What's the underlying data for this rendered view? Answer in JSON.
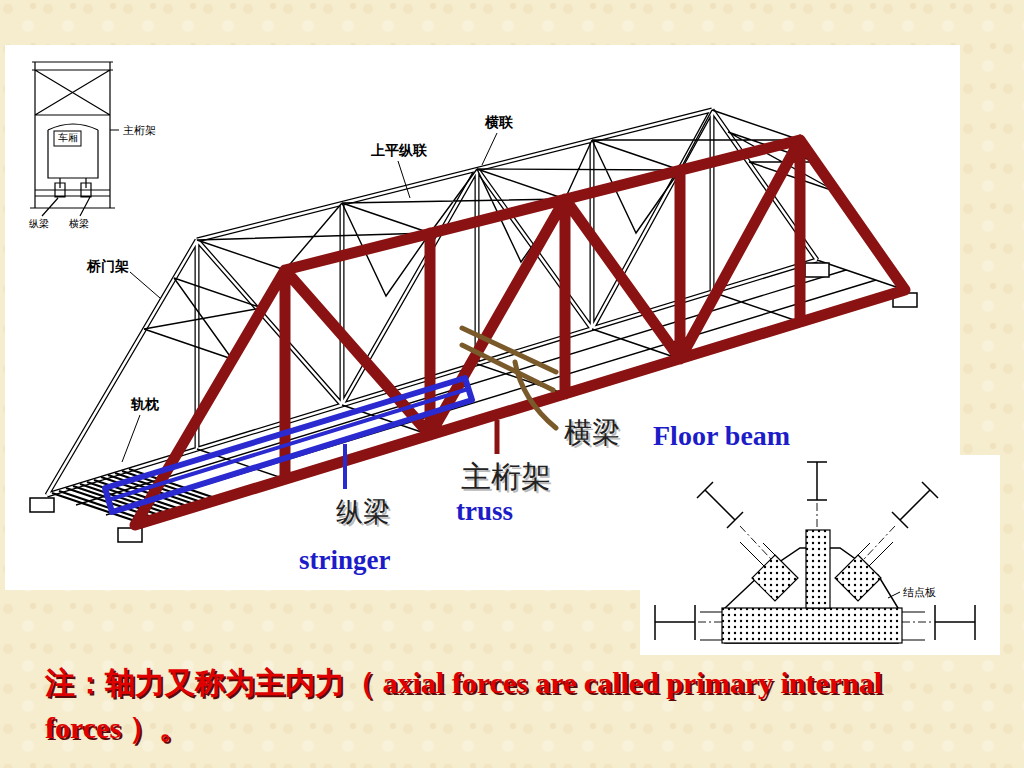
{
  "diagram": {
    "caption": "注：轴力又称为主内力（ axial forces are called primary internal forces ）。",
    "labels": [
      "主桁架",
      "车厢",
      "纵梁",
      "横梁",
      "横联",
      "上平纵联",
      "桥门架",
      "轨枕",
      "横梁",
      "Floor beam",
      "主桁架",
      "truss",
      "纵梁",
      "stringer",
      "结点板"
    ]
  }
}
